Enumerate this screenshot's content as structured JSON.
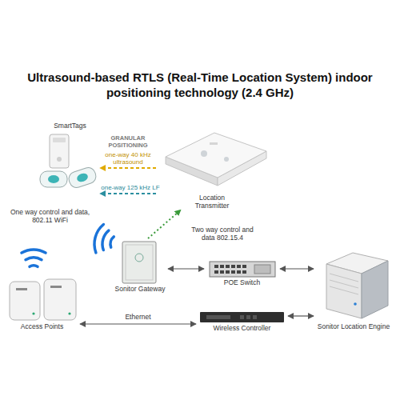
{
  "diagram": {
    "title": "Ultrasound-based RTLS (Real-Time Location System) indoor positioning technology (2.4 GHz)",
    "nodes": [
      {
        "text": [
          "SmartTags"
        ]
      },
      {
        "text": [
          "Location Transmitter"
        ]
      },
      {
        "text": [
          "Sonitor Gateway"
        ]
      },
      {
        "text": [
          "POE Switch"
        ]
      },
      {
        "text": [
          "Access Points"
        ]
      },
      {
        "text": [
          "Wireless Controller"
        ]
      },
      {
        "text": [
          "Sonitor Location Engine"
        ]
      }
    ],
    "edges": [
      {
        "from": 1,
        "to": 0,
        "arrow": "to",
        "label": "one-way 40 kHz ultrasound"
      },
      {
        "from": 1,
        "to": 0,
        "arrow": "to",
        "label": "one-way 125 kHz LF"
      },
      {
        "from": 2,
        "to": 1,
        "arrow": "to"
      },
      {
        "from": 2,
        "to": 3,
        "arrow": "both"
      },
      {
        "from": 3,
        "to": 6,
        "arrow": "both"
      },
      {
        "from": 4,
        "to": 5,
        "arrow": "both",
        "label": "Ethernet"
      },
      {
        "from": 5,
        "to": 6,
        "arrow": "both"
      }
    ],
    "labels": [
      "GRANULAR POSITIONING",
      "One way control and data, 802.11 WiFi",
      "Two way control and data 802.15.4"
    ]
  }
}
